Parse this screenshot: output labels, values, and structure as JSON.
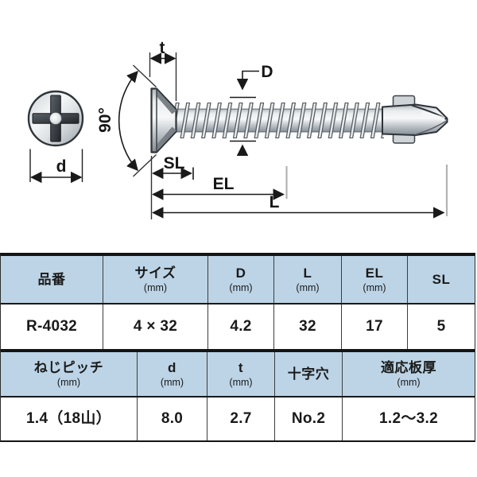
{
  "diagram": {
    "labels": {
      "t": "t",
      "d": "d",
      "big_d": "D",
      "sl": "SL",
      "el": "EL",
      "l": "L",
      "angle": "90°"
    }
  },
  "table": {
    "header_row_1": [
      {
        "label": "品番",
        "unit": ""
      },
      {
        "label": "サイズ",
        "unit": "(mm)"
      },
      {
        "label": "D",
        "unit": "(mm)"
      },
      {
        "label": "L",
        "unit": "(mm)"
      },
      {
        "label": "EL",
        "unit": "(mm)"
      },
      {
        "label": "SL",
        "unit": ""
      }
    ],
    "data_row_1": [
      "R-4032",
      "4 × 32",
      "4.2",
      "32",
      "17",
      "5"
    ],
    "header_row_2": [
      {
        "label": "ねじピッチ",
        "unit": "(mm)"
      },
      {
        "label": "d",
        "unit": "(mm)"
      },
      {
        "label": "t",
        "unit": "(mm)"
      },
      {
        "label": "十字穴",
        "unit": ""
      },
      {
        "label": "適応板厚",
        "unit": "(mm)"
      }
    ],
    "data_row_2": [
      "1.4（18山）",
      "8.0",
      "2.7",
      "No.2",
      "1.2～3.2"
    ]
  },
  "colors": {
    "header_bg": "#bcd4e6",
    "metal_light": "#f4f5f6",
    "metal_dark": "#8a9299",
    "outline": "#2e3338"
  }
}
